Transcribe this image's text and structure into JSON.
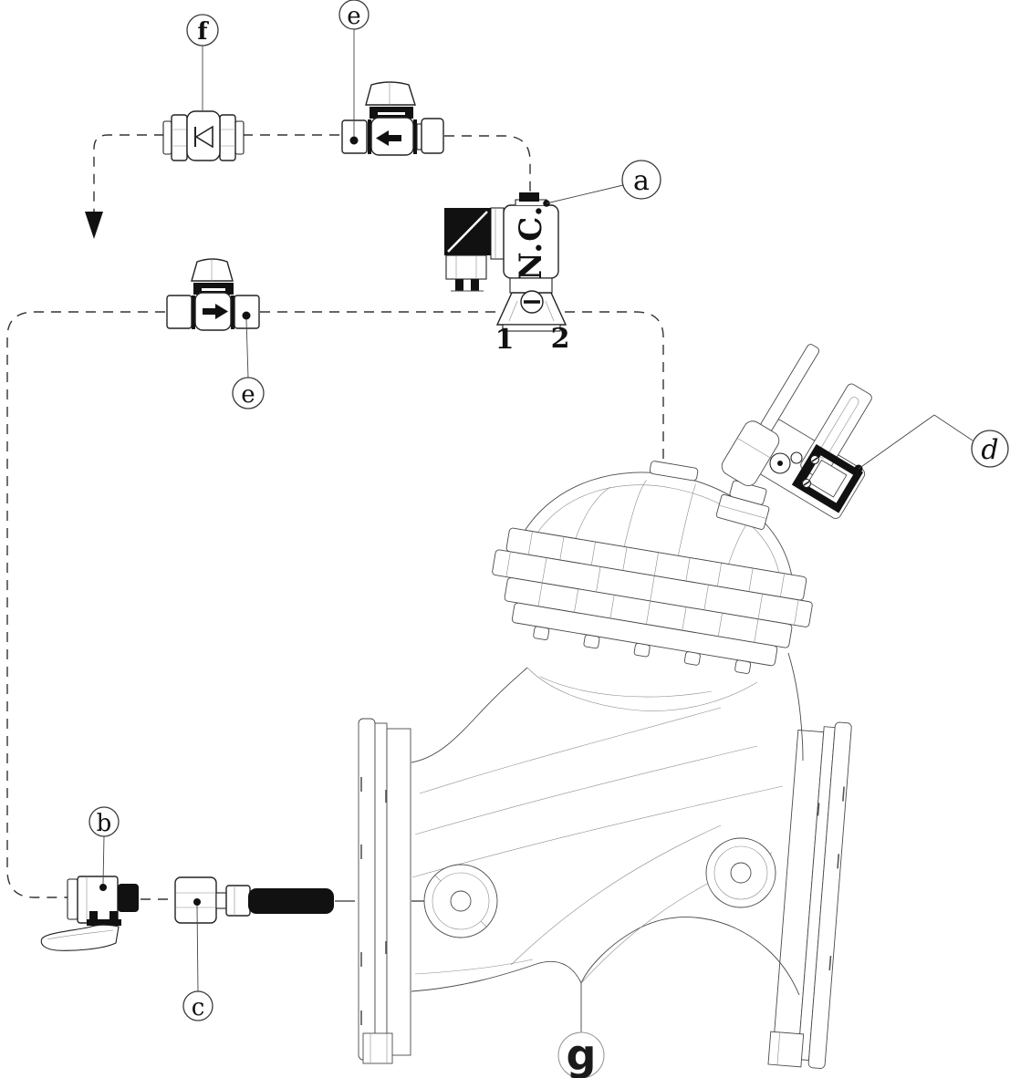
{
  "diagram": {
    "type": "hydraulic-control-valve-pilot-circuit-drawing",
    "labels": {
      "a": "a",
      "b": "b",
      "c": "c",
      "d": "d",
      "e_top": "e",
      "e_mid": "e",
      "f": "f",
      "g": "g"
    },
    "solenoid": {
      "marking": "N.C.",
      "port_left": "1",
      "port_right": "2"
    },
    "components": {
      "a": "solenoid-valve-normally-closed",
      "b": "mini-ball-valve",
      "c": "inlet-fitting-strainer",
      "d": "valve-position-indicator",
      "e": "flow-control-needle-valve",
      "f": "check-valve",
      "g": "main-diaphragm-control-valve"
    },
    "colors": {
      "background": "#ffffff",
      "line": "#333333",
      "solid_black": "#111111",
      "wireframe": "#4a4a4a"
    }
  }
}
